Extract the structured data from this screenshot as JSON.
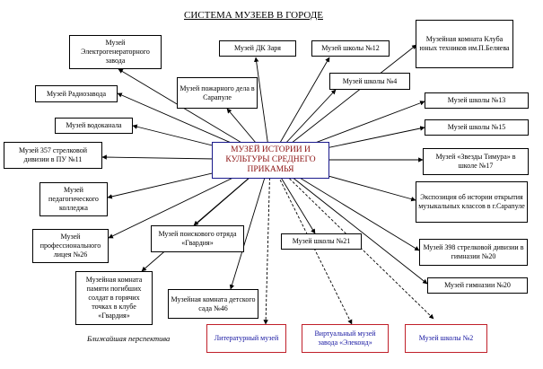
{
  "title": "СИСТЕМА МУЗЕЕВ В ГОРОДЕ",
  "center": "МУЗЕЙ ИСТОРИИ И КУЛЬТУРЫ СРЕДНЕГО ПРИКАМЬЯ",
  "museums": {
    "power_plant": "Музей Электрогенераторного завода",
    "dk_zarya": "Музей ДК Заря",
    "school12": "Музей школы №12",
    "young_technicians": "Музейная комната Клуба юных техников им.П.Беляева",
    "radio_plant": "Музей Радиозавода",
    "fire_service": "Музей пожарного дела в Сарапуле",
    "school4": "Музей школы №4",
    "water_utility": "Музей водоканала",
    "school13": "Музей школы №13",
    "school15": "Музей школы №15",
    "division357": "Музей 357 стрелковой дивизии в ПУ №11",
    "timur_stars": "Музей «Звезды Тимура» в школе №17",
    "pedagogical_college": "Музей педагогического колледжа",
    "music_classes": "Экспозиция об истории открытия музыкальных классов в г.Сарапуле",
    "search_squad": "Музей поискового отряда «Гвардия»",
    "vocational_lyceum26": "Музей профессионального лицея №26",
    "school21": "Музей школы №21",
    "division398": "Музей 398 стрелковой дивизии в гимназии №20",
    "fallen_soldiers": "Музейная комната памяти погибших солдат в горячих точках в клубе «Гвардия»",
    "gymnasium20": "Музей гимназии №20",
    "kindergarten46": "Музейная комната детского сада №46"
  },
  "perspective": {
    "caption": "Ближайшая перспектива",
    "literary": "Литературный музей",
    "elekond": "Виртуальный музей завода «Элеконд»",
    "school2": "Музей школы №2"
  },
  "colors": {
    "center_text": "#8a0f0f",
    "center_border": "#1a1a8c",
    "future_border": "#c0202a",
    "future_text": "#1414a0"
  }
}
